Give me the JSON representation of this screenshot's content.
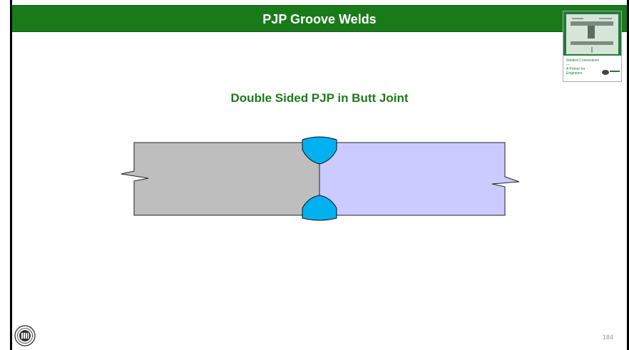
{
  "slide": {
    "title": "PJP Groove Welds",
    "subtitle": "Double Sided PJP in Butt Joint",
    "page_number": "184"
  },
  "thumbnail": {
    "title_lines": [
      "Welded Connections—",
      "A Primer for",
      "Engineers"
    ]
  },
  "colors": {
    "title_bar": "#1a7a1a",
    "subtitle_text": "#1e7a1e",
    "left_plate": "#bebebe",
    "right_plate": "#cccbff",
    "weld": "#00b0f0"
  }
}
